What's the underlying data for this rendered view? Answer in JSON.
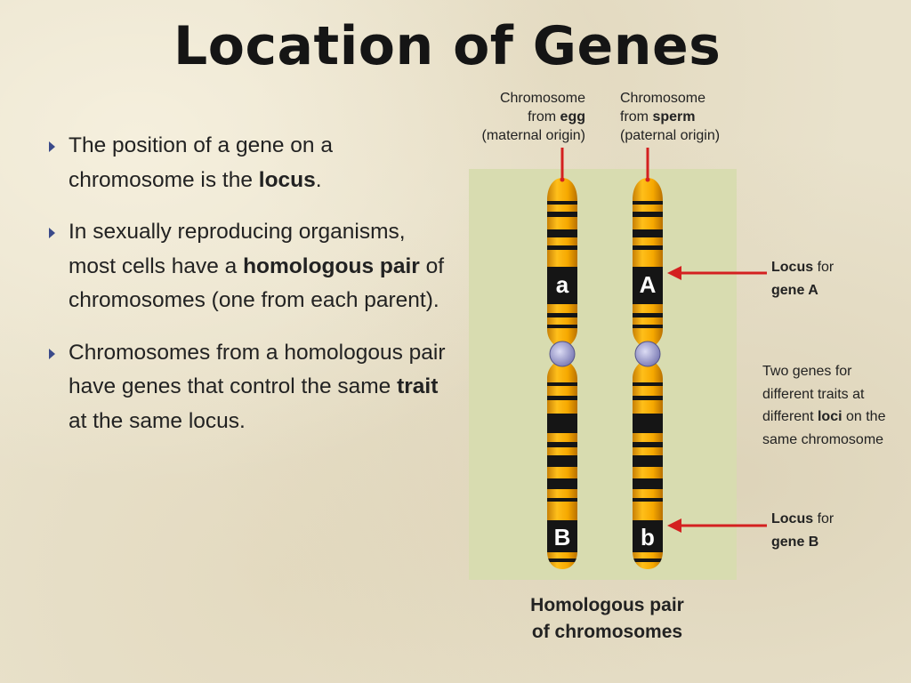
{
  "title": "Location of Genes",
  "bullets": [
    {
      "pre": "The position of a gene on a chromosome is the ",
      "bold": "locus",
      "post": "."
    },
    {
      "pre": "In sexually reproducing organisms, most cells have a ",
      "bold": "homologous pair",
      "post": " of chromosomes (one from each parent)."
    },
    {
      "pre": "Chromosomes from a homologous pair have genes that control the same ",
      "bold": "trait",
      "post": " at the same locus."
    }
  ],
  "figure": {
    "egg_label": {
      "line1": "Chromosome",
      "line2_pre": "from ",
      "line2_bold": "egg",
      "line3": "(maternal origin)"
    },
    "sperm_label": {
      "line1": "Chromosome",
      "line2_pre": "from ",
      "line2_bold": "sperm",
      "line3": "(paternal origin)"
    },
    "locus_a_label": {
      "bold": "Locus",
      "post": " for",
      "line2": "gene A"
    },
    "two_genes_label": {
      "line1": "Two genes for",
      "line2": "different traits at",
      "line3_pre": "different ",
      "line3_bold": "loci",
      "line3_post": " on the",
      "line4": "same chromosome"
    },
    "locus_b_label": {
      "bold": "Locus",
      "post": " for",
      "line2": "gene B"
    },
    "pair_caption": {
      "line1": "Homologous pair",
      "line2": "of chromosomes"
    },
    "allele_left_top": "a",
    "allele_right_top": "A",
    "allele_left_bottom": "B",
    "allele_right_bottom": "b"
  },
  "colors": {
    "panel": "#d8dcb0",
    "chromosome_orange": "#f0a500",
    "chromosome_band": "#151515",
    "centromere": "#a8a8d8",
    "arrow": "#d42020"
  }
}
